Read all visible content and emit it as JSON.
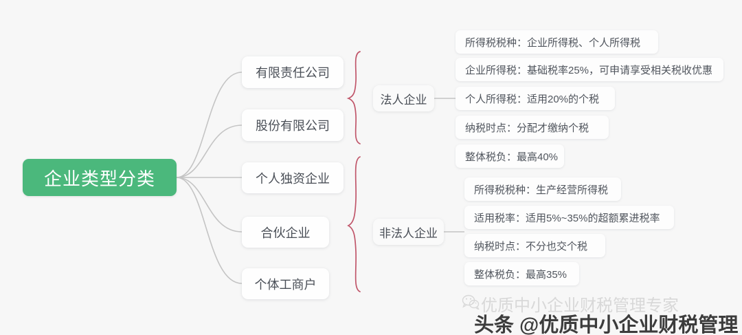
{
  "root": {
    "label": "企业类型分类",
    "color": "#4bb87c"
  },
  "branches": [
    {
      "label": "有限责任公司"
    },
    {
      "label": "股份有限公司"
    },
    {
      "label": "个人独资企业"
    },
    {
      "label": "合伙企业"
    },
    {
      "label": "个体工商户"
    }
  ],
  "groups": [
    {
      "label": "法人企业",
      "details": [
        {
          "text": "所得税税种：企业所得税、个人所得税"
        },
        {
          "text": "企业所得税：基础税率25%，可申请享受相关税收优惠"
        },
        {
          "text": "个人所得税：适用20%的个税"
        },
        {
          "text": "纳税时点：分配才缴纳个税"
        },
        {
          "text": "整体税负：最高40%"
        }
      ]
    },
    {
      "label": "非法人企业",
      "details": [
        {
          "text": "所得税税种：生产经营所得税"
        },
        {
          "text": "适用税率：适用5%~35%的超额累进税率"
        },
        {
          "text": "纳税时点：不分也交个税"
        },
        {
          "text": "整体税负：最高35%"
        }
      ]
    }
  ],
  "watermarks": {
    "faint": "优质中小企业财税管理专家",
    "bold": "头条 @优质中小企业财税管理",
    "brace_color": "#c0566a",
    "wire_color": "#c4c4c4"
  }
}
